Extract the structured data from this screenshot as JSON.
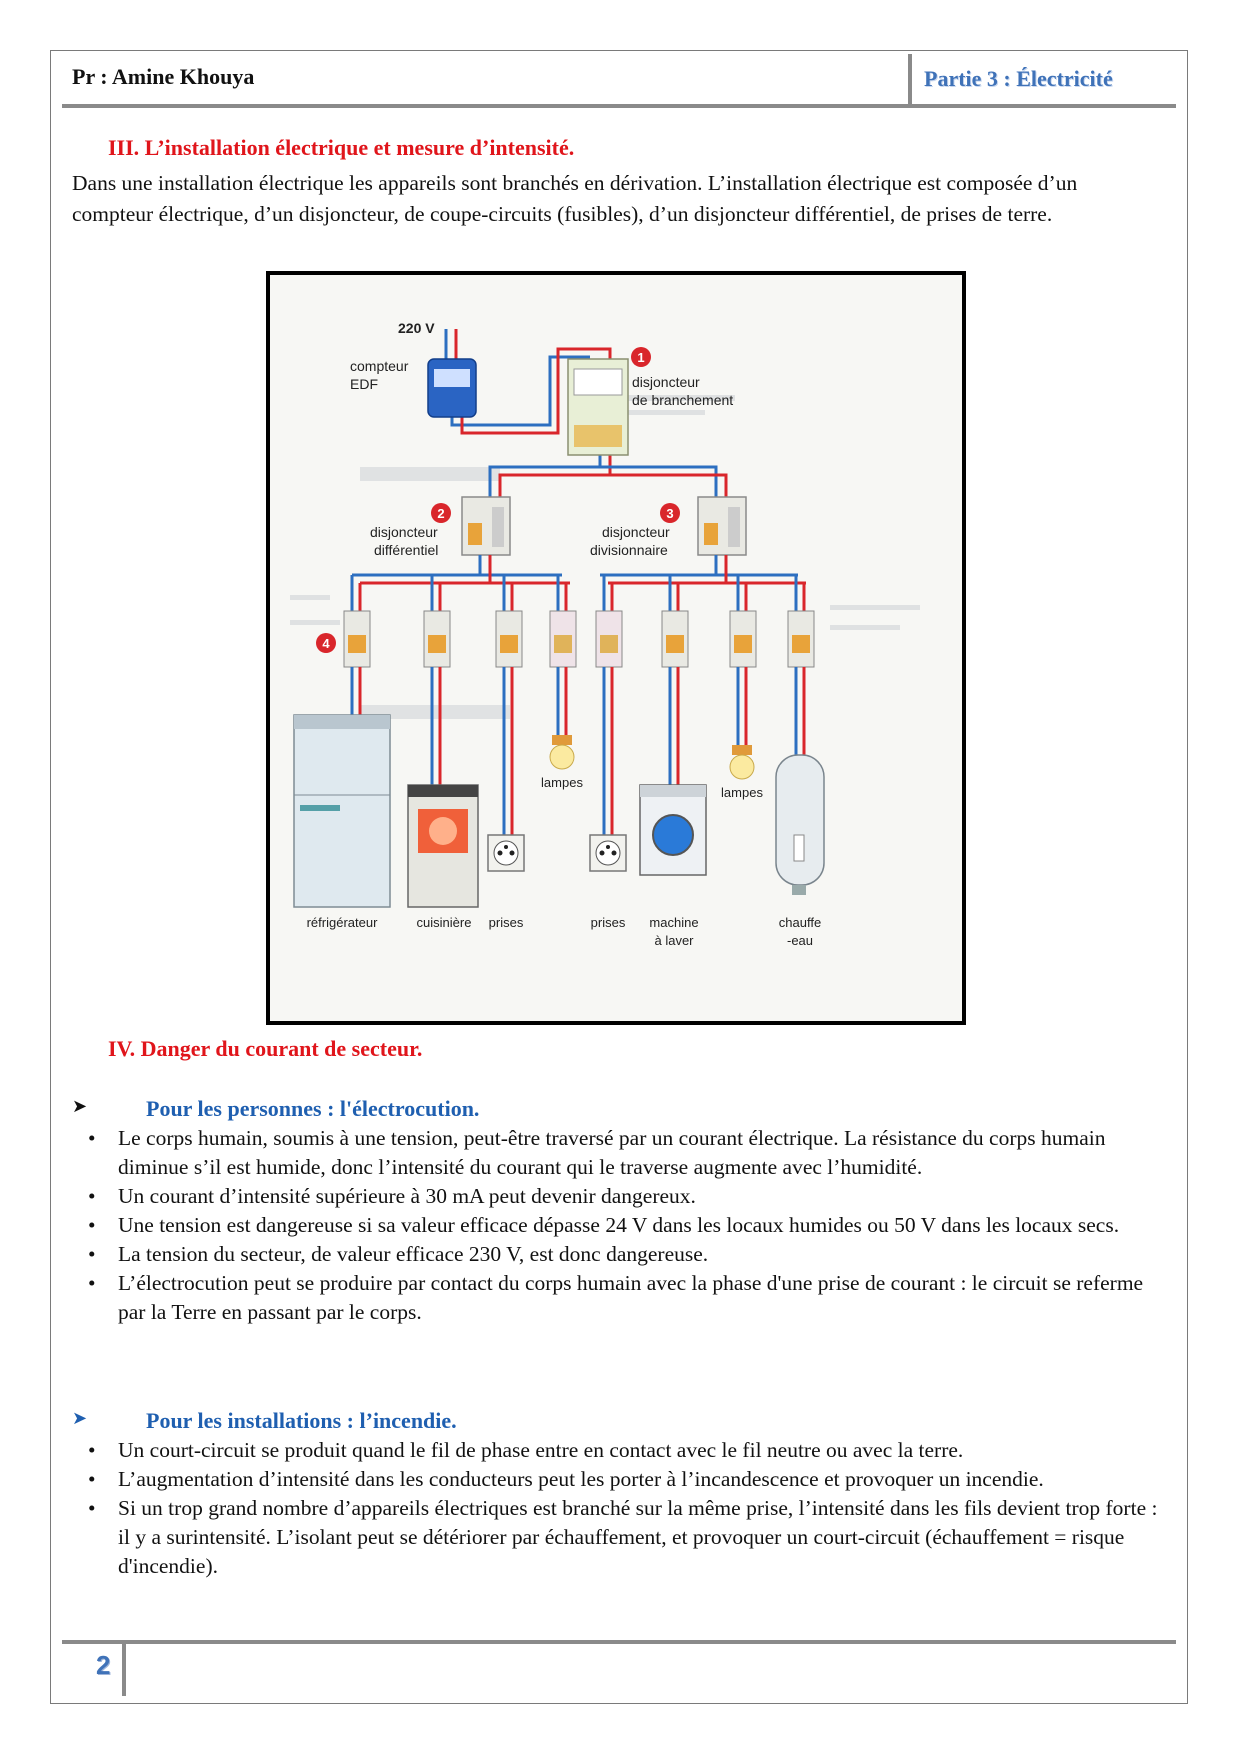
{
  "header": {
    "author": "Pr : Amine Khouya",
    "part": "Partie 3 : Électricité"
  },
  "section3": {
    "title": "III.   L’installation électrique et mesure d’intensité.",
    "paragraph": "Dans une installation électrique les appareils sont branchés en dérivation. L’installation électrique est composée d’un compteur électrique, d’un disjoncteur, de coupe-circuits (fusibles), d’un disjoncteur différentiel, de prises de terre."
  },
  "diagram": {
    "voltage": "220 V",
    "meter_line1": "compteur",
    "meter_line2": "EDF",
    "b1_num": "1",
    "b1_line1": "disjoncteur",
    "b1_line2": "de branchement",
    "b2_num": "2",
    "b2_line1": "disjoncteur",
    "b2_line2": "différentiel",
    "b3_num": "3",
    "b3_line1": "disjoncteur",
    "b3_line2": "divisionnaire",
    "b4_num": "4",
    "lamps_left": "lampes",
    "lamps_right": "lampes",
    "app_fridge": "réfrigérateur",
    "app_cooker": "cuisinière",
    "app_outlets_left": "prises",
    "app_outlets_right": "prises",
    "app_washer_line1": "machine",
    "app_washer_line2": "à laver",
    "app_heater_line1": "chauffe",
    "app_heater_line2": "-eau"
  },
  "section4": {
    "title": "IV. Danger du courant de secteur.",
    "persons": {
      "title": "Pour les personnes : l'électrocution.",
      "bullets": [
        "Le corps humain, soumis à une tension, peut-être traversé par un courant électrique. La résistance du corps humain diminue s’il est humide, donc l’intensité du courant qui le traverse augmente avec l’humidité.",
        "Un courant d’intensité supérieure à 30 mA peut devenir dangereux.",
        "Une tension est dangereuse si sa valeur efficace dépasse 24 V dans les locaux humides ou 50 V dans les locaux secs.",
        "La tension du secteur, de valeur efficace 230 V, est donc dangereuse.",
        "L’électrocution peut se produire par contact du corps humain avec la phase d'une prise de courant : le circuit se referme par la Terre en passant par le corps."
      ]
    },
    "installations": {
      "title": "Pour les installations : l’incendie.",
      "bullets": [
        "Un court-circuit se produit quand le fil de phase entre en contact avec le fil neutre ou avec la terre.",
        "L’augmentation d’intensité dans les conducteurs peut les porter à l’incandescence et provoquer un incendie.",
        "Si un trop grand nombre d’appareils électriques est branché sur la même prise, l’intensité dans les fils devient trop forte : il y a surintensité. L’isolant peut se détériorer par échauffement, et provoquer un court-circuit (échauffement = risque d'incendie)."
      ]
    }
  },
  "footer": {
    "page_number": "2"
  },
  "colors": {
    "red_heading": "#e0151b",
    "blue_heading": "#1f5fb0",
    "wire_red": "#d9262b",
    "wire_blue": "#2d6fc0"
  }
}
